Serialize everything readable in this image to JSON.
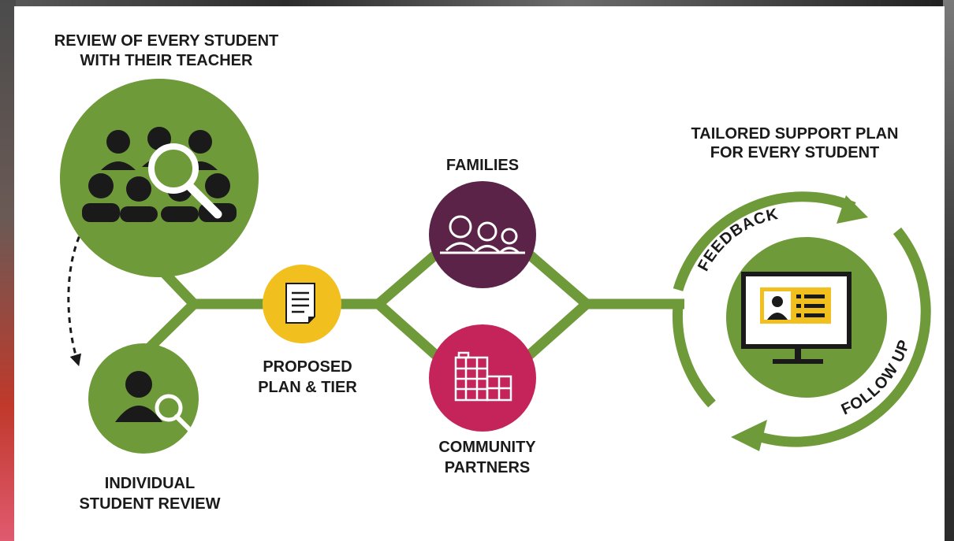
{
  "labels": {
    "review_line1": "REVIEW OF EVERY STUDENT",
    "review_line2": "WITH THEIR TEACHER",
    "individual_line1": "INDIVIDUAL",
    "individual_line2": "STUDENT REVIEW",
    "proposed_line1": "PROPOSED",
    "proposed_line2": "PLAN & TIER",
    "families": "FAMILIES",
    "community_line1": "COMMUNITY",
    "community_line2": "PARTNERS",
    "tailored_line1": "TAILORED SUPPORT PLAN",
    "tailored_line2": "FOR EVERY STUDENT",
    "feedback": "FEEDBACK",
    "follow_up": "FOLLOW UP"
  },
  "icons": {
    "group_review": "group-magnifier-icon",
    "individual_review": "person-magnifier-icon",
    "proposed_plan": "document-icon",
    "families": "family-icon",
    "community": "buildings-icon",
    "tailored_plan": "monitor-profile-icon"
  },
  "colors": {
    "green": "#6e9a3a",
    "yellow": "#f2c01e",
    "purple": "#5b2348",
    "crimson": "#c4245a",
    "dark": "#1a1a1a"
  }
}
